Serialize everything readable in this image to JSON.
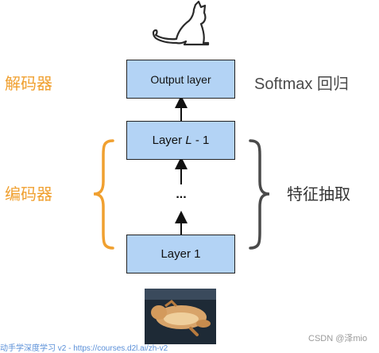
{
  "layers": {
    "output": "Output layer",
    "penultimate_prefix": "Layer ",
    "penultimate_var": "L",
    "penultimate_suffix": " - 1",
    "ellipsis": "...",
    "first": "Layer 1"
  },
  "labels": {
    "decoder": "解码器",
    "encoder": "编码器",
    "softmax": "Softmax 回归",
    "feature": "特征抽取"
  },
  "icons": {
    "top": "cat-silhouette-icon",
    "bottom": "cat-photo"
  },
  "footer": {
    "partial_text": "动手学深度学习 v2 - https://courses.d2l.ai/zh-v2",
    "watermark": "CSDN @泽mio"
  },
  "colors": {
    "box_fill": "#b3d3f5",
    "bracket_orange": "#f0a030",
    "bracket_gray": "#4a4a4a"
  }
}
